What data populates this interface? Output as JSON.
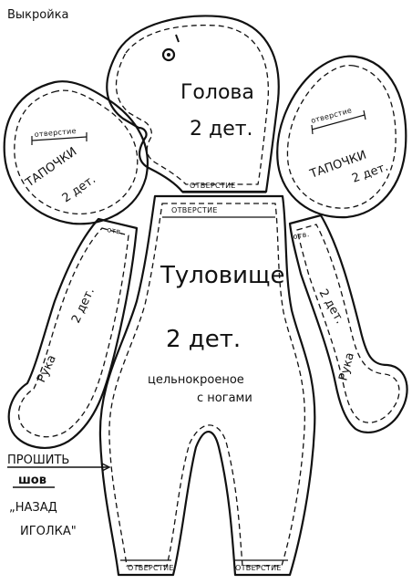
{
  "title": "Выкройка",
  "parts": {
    "head": {
      "name": "Голова",
      "count": "2 дет."
    },
    "slipper_left": {
      "hole": "отверстие",
      "name": "ТАПОЧКИ",
      "count": "2 дет."
    },
    "slipper_right": {
      "hole": "отверстие",
      "name": "ТАПОЧКИ",
      "count": "2 дет."
    },
    "neck_hole": "ОТВЕРСТИЕ",
    "torso": {
      "hole": "ОТВЕРСТИЕ",
      "name": "Туловище",
      "count": "2 дет.",
      "note_line1": "цельнокроеное",
      "note_line2": "с ногами",
      "leg_hole_left": "ОТВЕРСТИЕ",
      "leg_hole_right": "ОТВЕРСТИЕ"
    },
    "arm_left": {
      "hole": "отв.",
      "count": "2 дет.",
      "name": "Рука"
    },
    "arm_right": {
      "hole": "отв.",
      "count": "2 дет.",
      "name": "Рука"
    }
  },
  "instruction": {
    "line1": "ПРОШИТЬ",
    "line2": "шов",
    "line3": "„НАЗАД",
    "line4": "ИГОЛКА\""
  }
}
